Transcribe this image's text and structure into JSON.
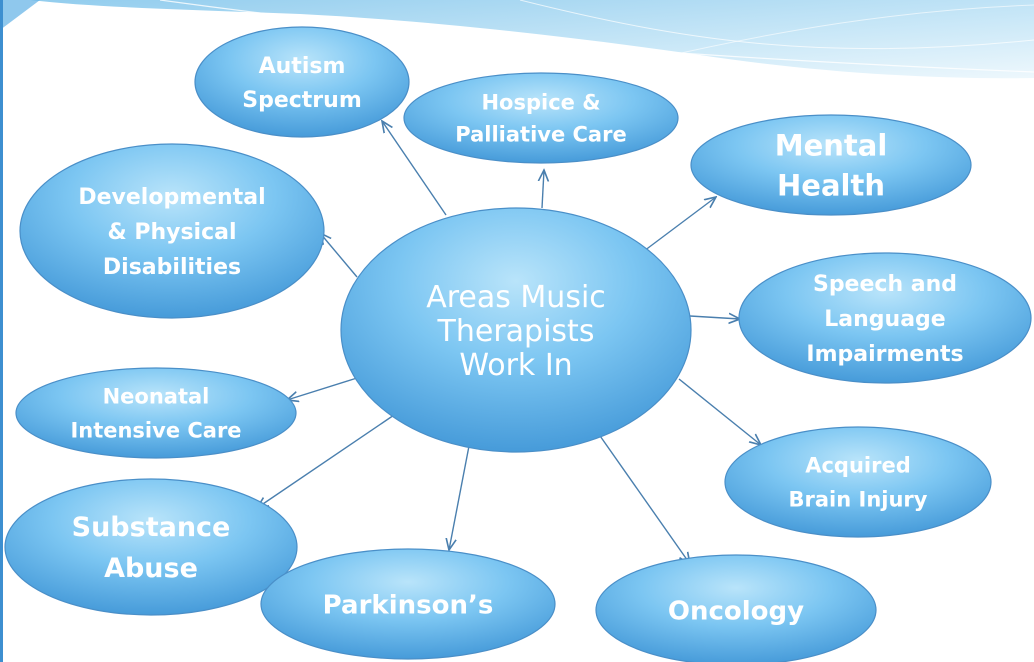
{
  "diagram": {
    "center": {
      "lines": [
        "Areas Music",
        "Therapists",
        "Work In"
      ]
    },
    "nodes": [
      {
        "id": "autism",
        "lines": [
          "Autism",
          "Spectrum"
        ]
      },
      {
        "id": "hospice",
        "lines": [
          "Hospice &",
          "Palliative Care"
        ]
      },
      {
        "id": "mental",
        "lines": [
          "Mental",
          "Health"
        ]
      },
      {
        "id": "developmental",
        "lines": [
          "Developmental",
          "& Physical",
          "Disabilities"
        ]
      },
      {
        "id": "speech",
        "lines": [
          "Speech and",
          "Language",
          "Impairments"
        ]
      },
      {
        "id": "neonatal",
        "lines": [
          "Neonatal",
          "Intensive Care"
        ]
      },
      {
        "id": "brain",
        "lines": [
          "Acquired",
          "Brain Injury"
        ]
      },
      {
        "id": "substance",
        "lines": [
          "Substance",
          "Abuse"
        ]
      },
      {
        "id": "parkinsons",
        "lines": [
          "Parkinson’s"
        ]
      },
      {
        "id": "oncology",
        "lines": [
          "Oncology"
        ]
      }
    ]
  },
  "colors": {
    "bubble_light": "#a9dcf7",
    "bubble_mid": "#6cbdf0",
    "bubble_dark": "#3b93d6",
    "bubble_stroke": "#4a8fc8",
    "arrow": "#4a7fae",
    "banner_light": "#e4f3fb",
    "banner_dark": "#8ccbed",
    "left_rule": "#3d8fd0"
  }
}
